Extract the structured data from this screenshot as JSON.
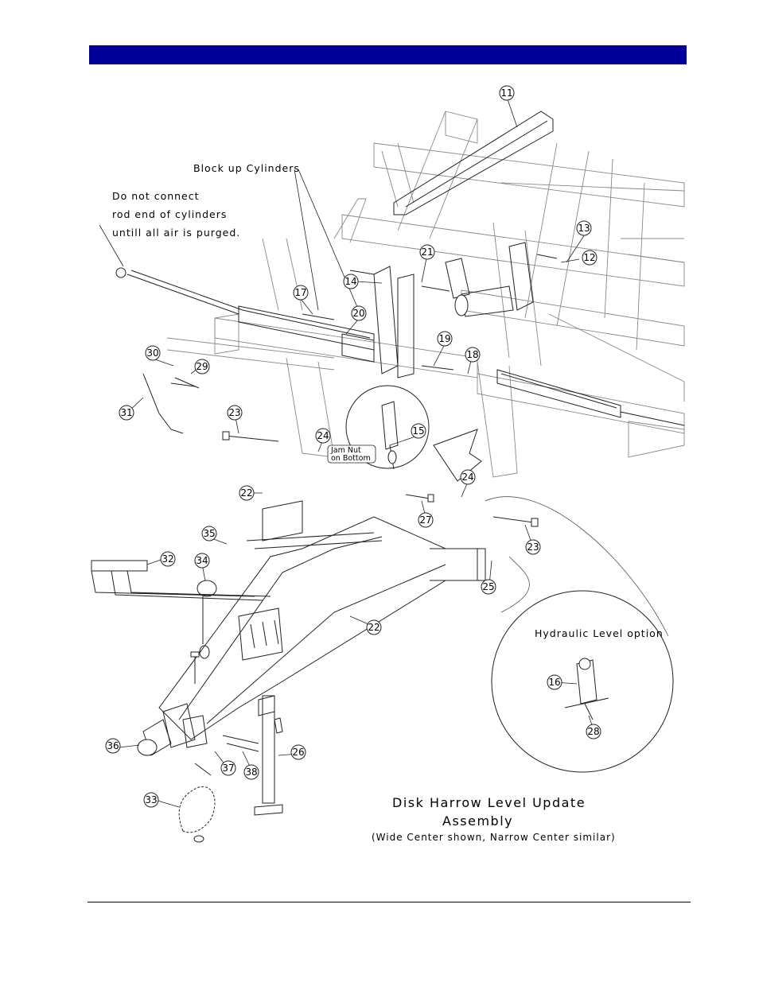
{
  "header": {
    "color": "#000099"
  },
  "notes": {
    "block_up": "Block up Cylinders",
    "connect_line1": "Do not connect",
    "connect_line2": "rod end of cylinders",
    "connect_line3": "untill all air is purged.",
    "jam_nut_line1": "Jam Nut",
    "jam_nut_line2": "on Bottom",
    "hydraulic_option": "Hydraulic Level option"
  },
  "title": {
    "line1": "Disk Harrow Level Update",
    "line2": "Assembly",
    "line3": "(Wide Center shown, Narrow Center similar)"
  },
  "callouts": {
    "c11": "11",
    "c12": "12",
    "c13": "13",
    "c14": "14",
    "c15": "15",
    "c16": "16",
    "c17": "17",
    "c18": "18",
    "c19": "19",
    "c20": "20",
    "c21": "21",
    "c22a": "22",
    "c22b": "22",
    "c23a": "23",
    "c23b": "23",
    "c24a": "24",
    "c24b": "24",
    "c25": "25",
    "c26": "26",
    "c27": "27",
    "c28": "28",
    "c29": "29",
    "c30": "30",
    "c31": "31",
    "c32": "32",
    "c33": "33",
    "c34": "34",
    "c35": "35",
    "c36": "36",
    "c37": "37",
    "c38": "38"
  }
}
